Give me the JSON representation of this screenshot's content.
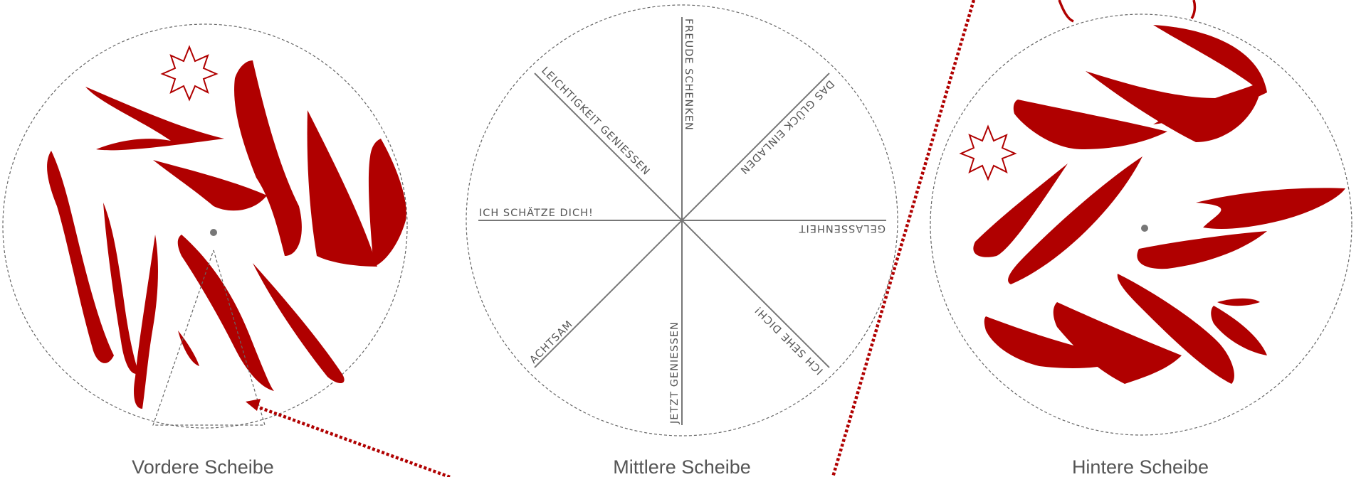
{
  "discs": [
    {
      "caption": "Vordere Scheibe"
    },
    {
      "caption": "Mittlere Scheibe"
    },
    {
      "caption": "Hintere Scheibe"
    }
  ],
  "spokes": [
    {
      "label": "FREUDE SCHENKEN"
    },
    {
      "label": "DAS GLÜCK EINLADEN"
    },
    {
      "label": "GELASSENHEIT"
    },
    {
      "label": "ICH SEHE DICH!"
    },
    {
      "label": "JETZT GENIESSEN"
    },
    {
      "label": "ACHTSAM"
    },
    {
      "label": "ICH SCHÄTZE DICH!"
    },
    {
      "label": "LEICHTIGKEIT GENIESSEN"
    }
  ],
  "colors": {
    "shape": "#b00000",
    "outline": "#666666",
    "arrow": "#b00000"
  }
}
